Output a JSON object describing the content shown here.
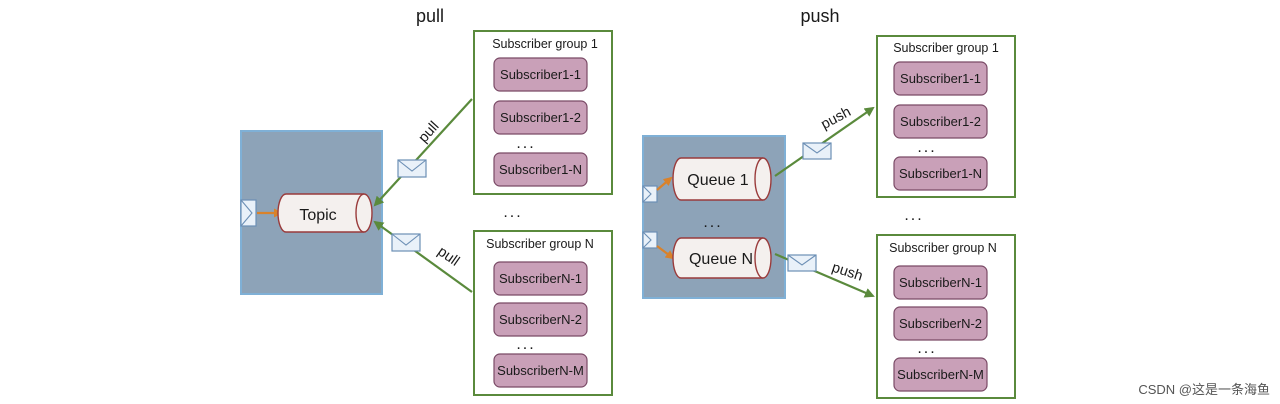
{
  "headings": {
    "pull": "pull",
    "push": "push"
  },
  "left": {
    "hub": "Topic",
    "arrow_label_top": "pull",
    "arrow_label_bottom": "pull",
    "between_groups_dots": "...",
    "group1": {
      "title": "Subscriber group 1",
      "items": [
        "Subscriber1-1",
        "Subscriber1-2",
        "Subscriber1-N"
      ],
      "dots": "..."
    },
    "groupN": {
      "title": "Subscriber group N",
      "items": [
        "SubscriberN-1",
        "SubscriberN-2",
        "SubscriberN-M"
      ],
      "dots": "..."
    }
  },
  "right": {
    "queue1": "Queue 1",
    "queueN": "Queue N",
    "queue_dots": "...",
    "arrow_label_top": "push",
    "arrow_label_bottom": "push",
    "between_groups_dots": "...",
    "group1": {
      "title": "Subscriber group 1",
      "items": [
        "Subscriber1-1",
        "Subscriber1-2",
        "Subscriber1-N"
      ],
      "dots": "..."
    },
    "groupN": {
      "title": "Subscriber group N",
      "items": [
        "SubscriberN-1",
        "SubscriberN-2",
        "SubscriberN-M"
      ],
      "dots": "..."
    }
  },
  "watermark": "CSDN @这是一条海鱼",
  "colors": {
    "group_border": "#5a8a3c",
    "subscriber_fill": "#c9a0b8",
    "panel_fill": "#8da3b8",
    "incoming_arrow": "#d9822b"
  }
}
